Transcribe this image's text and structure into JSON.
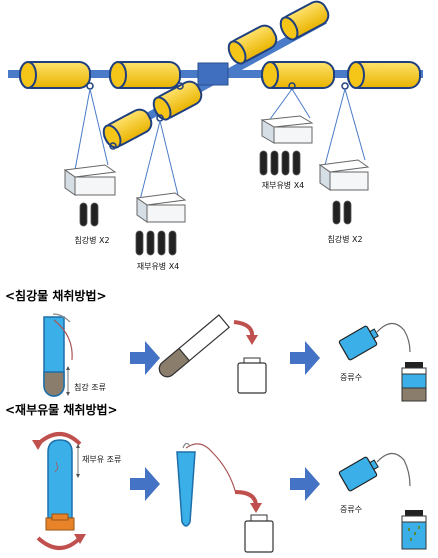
{
  "mooring": {
    "labels": {
      "sediment_x2_left": "침강병 X2",
      "resusp_x4_center": "재부유병 X4",
      "resusp_x4_right": "재부유병 X4",
      "sediment_x2_right": "침강병 X2"
    }
  },
  "sediment_method": {
    "heading": "<침강물 채취방법>",
    "tube_label": "침강 조류",
    "water_label": "증류수"
  },
  "resuspension_method": {
    "heading": "<재부유물 채취방법>",
    "tube_label": "재부유 조류",
    "water_label": "증류수"
  },
  "colors": {
    "buoy": "#F5C518",
    "pipe": "#4A7BC8",
    "tube": "#3BB0E8",
    "sediment": "#8B7D6B",
    "arrow_blue": "#4472C4",
    "arrow_red": "#C0504D",
    "orange": "#E8832A"
  }
}
